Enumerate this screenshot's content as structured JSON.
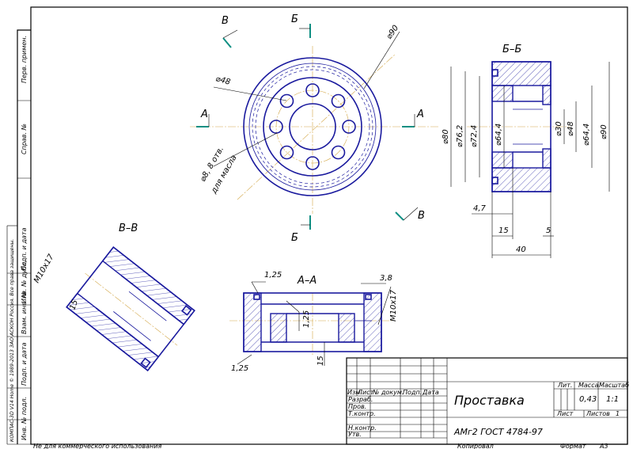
{
  "views": {
    "section_bb": "Б–Б",
    "section_vv": "В–В",
    "section_aa": "А–А"
  },
  "cut_marks": {
    "v_top": "В",
    "b_top": "Б",
    "a_left": "А",
    "a_right": "А",
    "b_bottom": "Б",
    "v_bottom": "В"
  },
  "dimensions": {
    "front_d90": "⌀90",
    "front_d48": "⌀48",
    "front_holes": "⌀8, 8 отв.",
    "front_holes_note": "для масла",
    "bb_d80": "⌀80",
    "bb_d76": "⌀76,2",
    "bb_d72": "⌀72,4",
    "bb_d64_left": "⌀64,4",
    "bb_d30": "⌀30",
    "bb_d48": "⌀48",
    "bb_d64_right": "⌀64,4",
    "bb_d90": "⌀90",
    "bb_4_7": "4,7",
    "bb_15": "15",
    "bb_5": "5",
    "bb_40": "40",
    "vv_thread": "M10x17",
    "vv_15": "15",
    "aa_125_top": "1,25",
    "aa_38": "3,8",
    "aa_thread": "M10x17",
    "aa_125_mid": "1,25",
    "aa_15": "15",
    "aa_125_bottom": "1,25"
  },
  "left_strip": {
    "perv_primen": "Перв. примен.",
    "sprav_no": "Справ. №",
    "podp_data_1": "Подп. и дата",
    "inv_dubl": "Инв. № дубл.",
    "vzam_inv": "Взам. инв. №",
    "podp_data_2": "Подп. и дата",
    "inv_podl": "Инв. № подл.",
    "copyright": "КОМПАС-3D V14 Home © 1989-2013 ЗАО АСКОН Россия. Все права защищены."
  },
  "title_block": {
    "col_izm": "Изм.",
    "col_list": "Лист",
    "col_doc": "№ докум.",
    "col_podp": "Подп.",
    "col_data": "Дата",
    "row_razrab": "Разраб.",
    "row_prov": "Пров.",
    "row_tkontr": "Т.контр.",
    "row_nkontr": "Н.контр.",
    "row_utv": "Утв.",
    "title": "Проставка",
    "material": "АМг2 ГОСТ 4784-97",
    "lit_header": "Лит.",
    "mass_header": "Масса",
    "scale_header": "Масштаб",
    "mass": "0,43",
    "scale": "1:1",
    "sheet_label": "Лист",
    "sheets_label": "Листов",
    "sheets_count": "1"
  },
  "footer": {
    "noncommercial": "Не для коммерческого использования",
    "kopiroval": "Копировал",
    "format_label": "Формат",
    "format_value": "А3"
  },
  "colors": {
    "outline": "#1a1a9e",
    "cut_mark": "#0f8f83",
    "axis": "#d4a84a"
  }
}
